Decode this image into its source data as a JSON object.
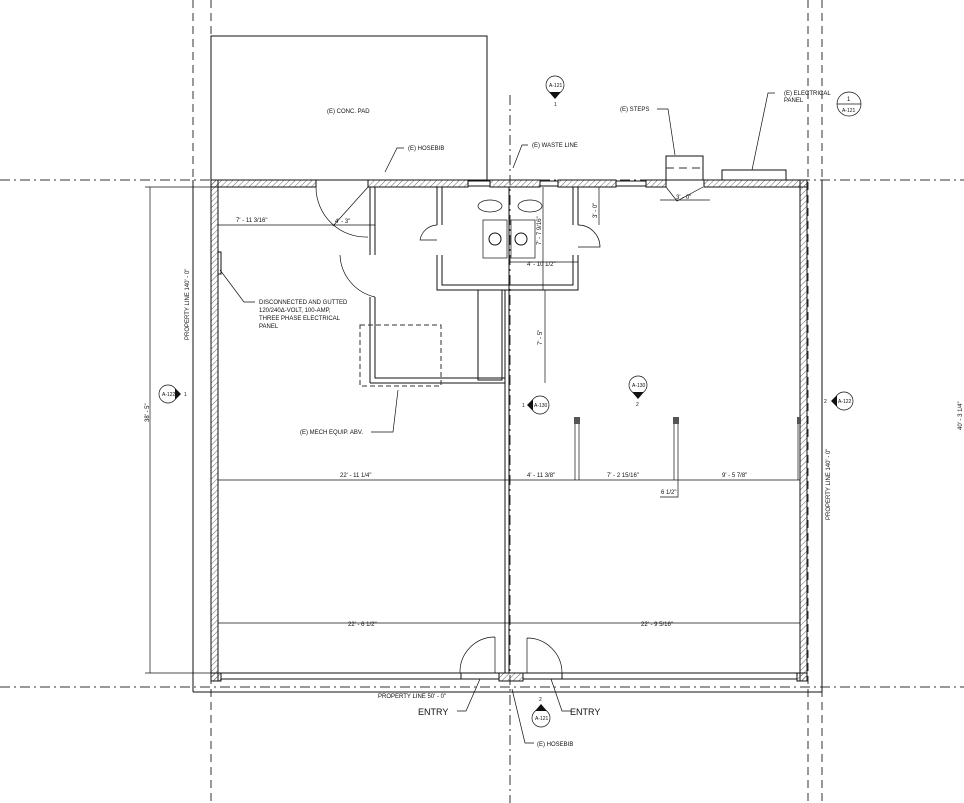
{
  "notes": {
    "conc_pad": "(E) CONC. PAD",
    "hosebib_top": "(E) HOSEBIB",
    "waste_line": "(E) WASTE LINE",
    "steps": "(E) STEPS",
    "electrical_panel_1": "(E) ELECTRICAL",
    "electrical_panel_2": "PANEL",
    "disconnected_1": "DISCONNECTED AND GUTTED",
    "disconnected_2": "120/240Δ-VOLT, 100-AMP,",
    "disconnected_3": "THREE PHASE ELECTRICAL",
    "disconnected_4": "PANEL",
    "mech_equip": "(E) MECH EQUIP. ABV.",
    "entry_left": "ENTRY",
    "entry_right": "ENTRY",
    "hosebib_bottom": "(E) HOSEBIB",
    "property_line_bottom": "PROPERTY LINE  50' - 0\"",
    "property_line_left": "PROPERTY LINE  140' - 0\"",
    "property_line_right": "PROPERTY LINE  140' - 0\""
  },
  "dimensions": {
    "d_7_11": "7' - 11 3/16\"",
    "d_4_3": "4' - 3\"",
    "d_7_7": "7' - 7 9/16\"",
    "d_4_10": "4' - 10 1/2\"",
    "d_3_0": "3' - 0\"",
    "d_3_0_door": "3' - 0\"",
    "d_7_5": "7' - 5\"",
    "d_22_11": "22' - 11 1/4\"",
    "d_4_11": "4' - 11 3/8\"",
    "d_7_2": "7' - 2 15/16\"",
    "d_9_5": "9' - 5 7/8\"",
    "d_6_1_2": "6 1/2\"",
    "d_22_6": "22' - 6 1/2\"",
    "d_22_9": "22' - 9 5/16\"",
    "d_38_5": "38' - 5\"",
    "d_40_3": "40' - 3 1/4\""
  },
  "tags": {
    "a121_top": "A-121",
    "a121_top_num": "1",
    "a121_right": "A-121",
    "a121_right_num": "1",
    "a130_mid": "A-130",
    "a130_mid_num": "2",
    "a130_left": "A-130",
    "a130_left_num": "1",
    "a122_left": "A-122",
    "a122_left_num": "1",
    "a122_right": "A-122",
    "a122_right_num": "2",
    "a121_bottom": "A-121",
    "a121_bottom_num": "2"
  }
}
